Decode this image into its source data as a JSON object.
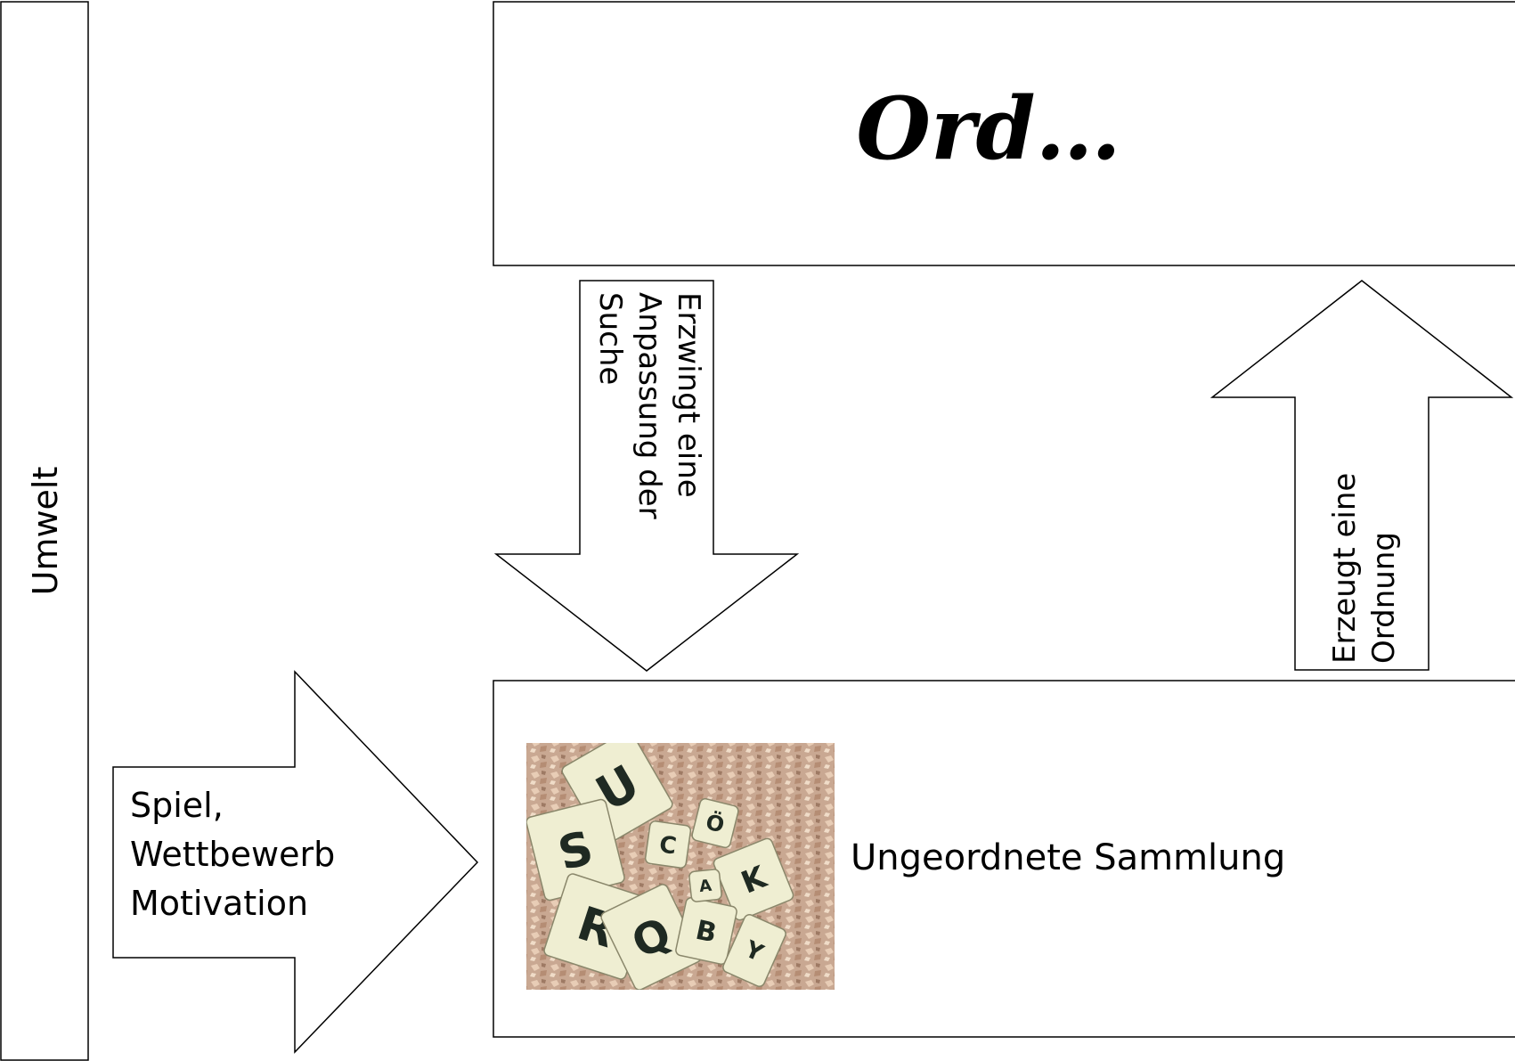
{
  "environment_label": "Umwelt",
  "top_box": {
    "title": "Ord…"
  },
  "down_arrow": {
    "lines": [
      "Erzwingt eine",
      "Anpassung der",
      "Suche"
    ]
  },
  "up_arrow": {
    "lines": [
      "Erzeugt eine",
      "Ordnung"
    ]
  },
  "right_arrow": {
    "lines": [
      "Spiel,",
      "Wettbewerb",
      "Motivation"
    ]
  },
  "bottom_box": {
    "label": "Ungeordnete Sammlung",
    "photo": {
      "letters": [
        "U",
        "S",
        "R",
        "Q",
        "C",
        "K",
        "Ö",
        "B",
        "A",
        "Y"
      ]
    }
  }
}
